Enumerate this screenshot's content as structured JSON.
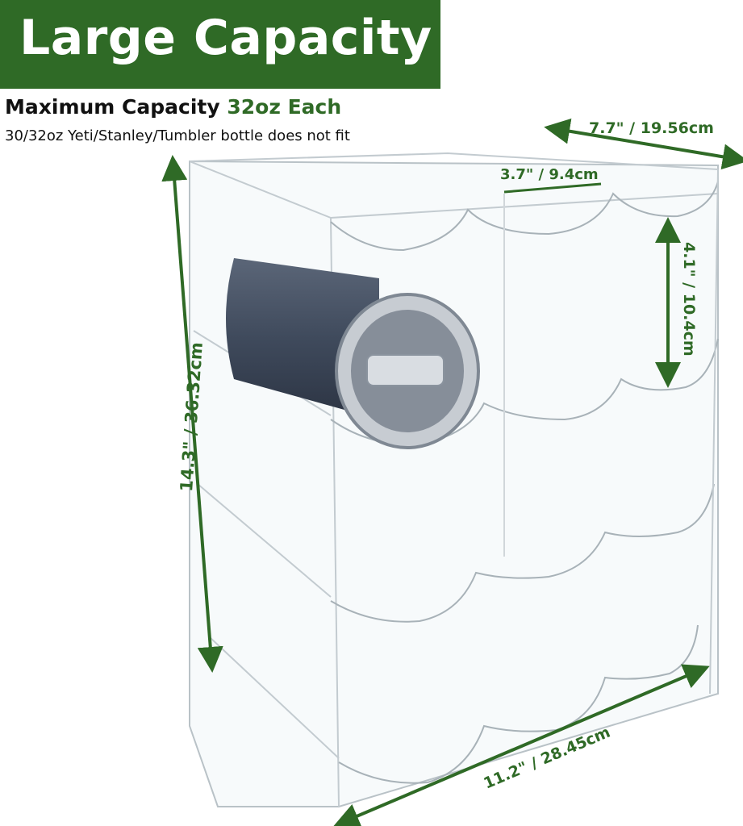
{
  "banner": {
    "title": "Large Capacity",
    "color": "#2f6a26"
  },
  "heading": {
    "prefix": "Maximum Capacity ",
    "highlight": "32oz Each"
  },
  "note": "30/32oz Yeti/Stanley/Tumbler bottle does not fit",
  "dimensions": {
    "depth": "7.7\" / 19.56cm",
    "slot_width": "3.7\" / 9.4cm",
    "slot_height": "4.1\" / 10.4cm",
    "height": "14.3\" / 36.32cm",
    "width": "11.2\" / 28.45cm"
  },
  "colors": {
    "dimension_line": "#2f6a26",
    "rack": "#9aa4aa",
    "tumbler": "#4a5566"
  }
}
